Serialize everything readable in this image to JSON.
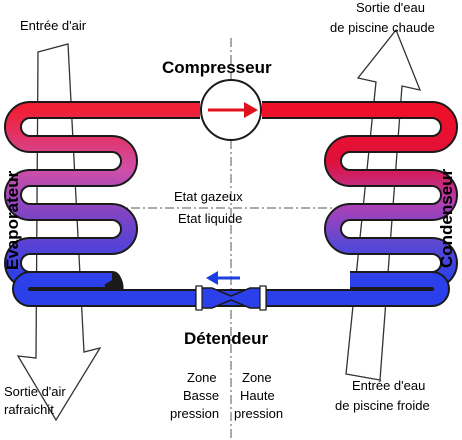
{
  "labels": {
    "air_in": "Entrée d'air",
    "air_out_1": "Sortie d'air",
    "air_out_2": "rafraichit",
    "water_out_1": "Sortie d'eau",
    "water_out_2": "de piscine chaude",
    "water_in_1": "Entrée d'eau",
    "water_in_2": "de piscine froide",
    "compressor": "Compresseur",
    "expansion_valve": "Détendeur",
    "evaporator": "Evaporateur",
    "condenser": "Condenseur",
    "gas_state": "Etat gazeux",
    "liquid_state": "Etat liquide",
    "low_zone_1": "Zone",
    "low_zone_2": "Basse",
    "low_zone_3": "pression",
    "high_zone_1": "Zone",
    "high_zone_2": "Haute",
    "high_zone_3": "pression"
  },
  "colors": {
    "hot": "#e8102a",
    "warm": "#c23a8e",
    "mid": "#8a3fb8",
    "cold": "#2a3fe6",
    "arrow_blue": "#1b3fe0",
    "arrow_red": "#e0101e"
  }
}
